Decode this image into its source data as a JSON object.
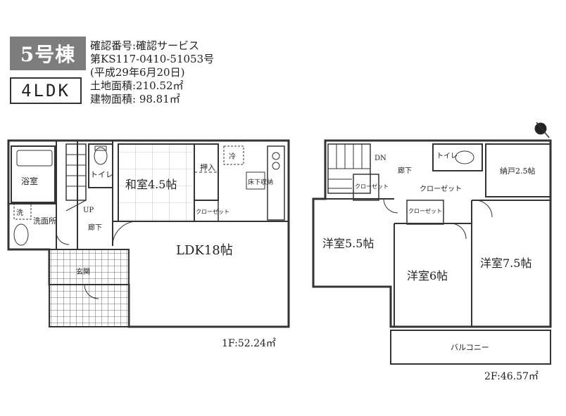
{
  "header": {
    "building": "5号棟",
    "layout": "4LDK",
    "info": [
      "確認番号:確認サービス",
      "第KS117-0410-51053号",
      "(平成29年6月20日)",
      "土地面積:210.52㎡",
      "建物面積: 98.81㎡"
    ]
  },
  "floor1": {
    "area": "1F:52.24㎡",
    "rooms": {
      "bath": "浴室",
      "wash_mark": "洗",
      "washroom": "洗面所",
      "toilet": "トイレ",
      "washitsu": "和室4.5帖",
      "oshiire": "押入",
      "fridge": "冷",
      "underfloor": "床下収納",
      "closet": "クローゼット",
      "up": "UP",
      "hall": "廊下",
      "genkan": "玄関",
      "ldk": "LDK18帖"
    }
  },
  "floor2": {
    "area": "2F:46.57㎡",
    "rooms": {
      "dn": "DN",
      "hall": "廊下",
      "toilet": "トイレ",
      "storage": "納戸2.5帖",
      "closet_a": "クローゼット",
      "closet_b": "クローゼット",
      "closet_c": "クローゼット",
      "western1": "洋室5.5帖",
      "western2": "洋室6帖",
      "western3": "洋室7.5帖",
      "balcony": "バルコニー"
    }
  }
}
